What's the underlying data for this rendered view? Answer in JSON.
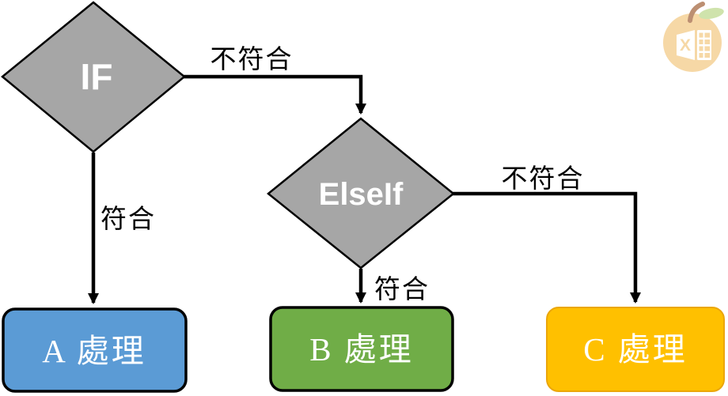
{
  "flowchart": {
    "decision_fill": "#A6A6A6",
    "decision_stroke": "#000000",
    "line_color": "#000000",
    "decisions": [
      {
        "label": "IF"
      },
      {
        "label": "ElseIf"
      }
    ],
    "branch_labels": {
      "if_no": "不符合",
      "if_yes": "符合",
      "elseif_no": "不符合",
      "elseif_yes": "符合"
    },
    "processes": [
      {
        "label": "A 處理",
        "fill": "#5B9BD5",
        "stroke": "#000000"
      },
      {
        "label": "B 處理",
        "fill": "#70AD47",
        "stroke": "#000000"
      },
      {
        "label": "C 處理",
        "fill": "#FFC000",
        "stroke": "#EBA60A"
      }
    ]
  },
  "watermark": {
    "icon": "excel-orange-logo-icon",
    "letter": "X",
    "circle_color": "#F6D8A6",
    "leaf_color": "#CFE3AC",
    "stem_color": "#BC8F72"
  }
}
